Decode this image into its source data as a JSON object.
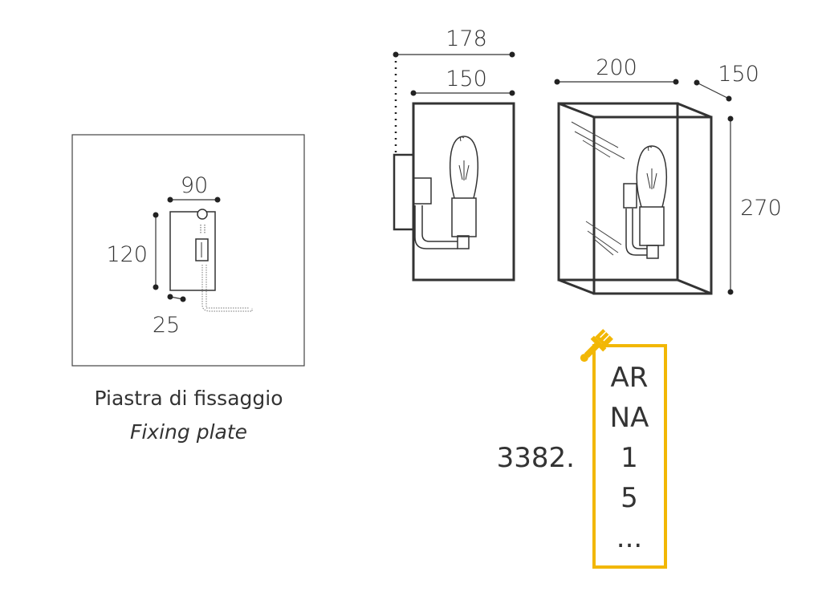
{
  "fixing_plate": {
    "width": "90",
    "height": "120",
    "depth": "25",
    "caption_it": "Piastra di fissaggio",
    "caption_en": "Fixing plate"
  },
  "side_view": {
    "overall_depth": "178",
    "body_depth": "150"
  },
  "front_view": {
    "width": "200",
    "depth": "150",
    "height": "270"
  },
  "product_code": "3382.",
  "finishes": [
    "AR",
    "NA",
    "1",
    "5",
    "..."
  ],
  "icons": [
    "paintbrush-icon",
    "light-bulb-icon"
  ],
  "colors": {
    "line": "#333333",
    "accent": "#f2b705"
  }
}
